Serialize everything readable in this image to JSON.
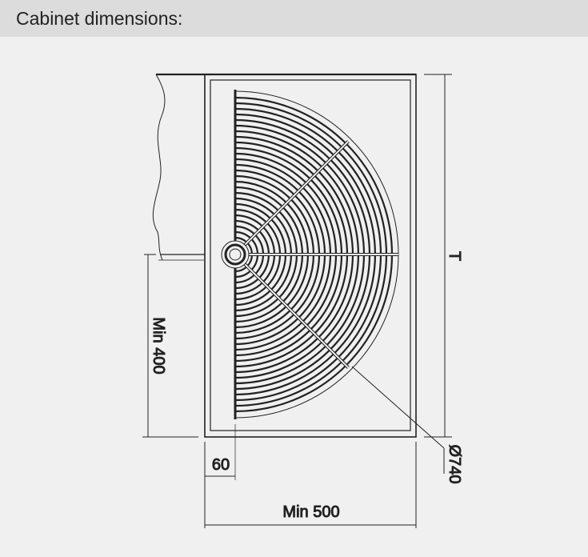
{
  "header": {
    "title": "Cabinet dimensions:"
  },
  "drawing": {
    "dimensions": {
      "depth": "T",
      "min_height_label": "Min 400",
      "offset": "60",
      "min_width": "Min 500",
      "diameter": "Ø740"
    }
  }
}
